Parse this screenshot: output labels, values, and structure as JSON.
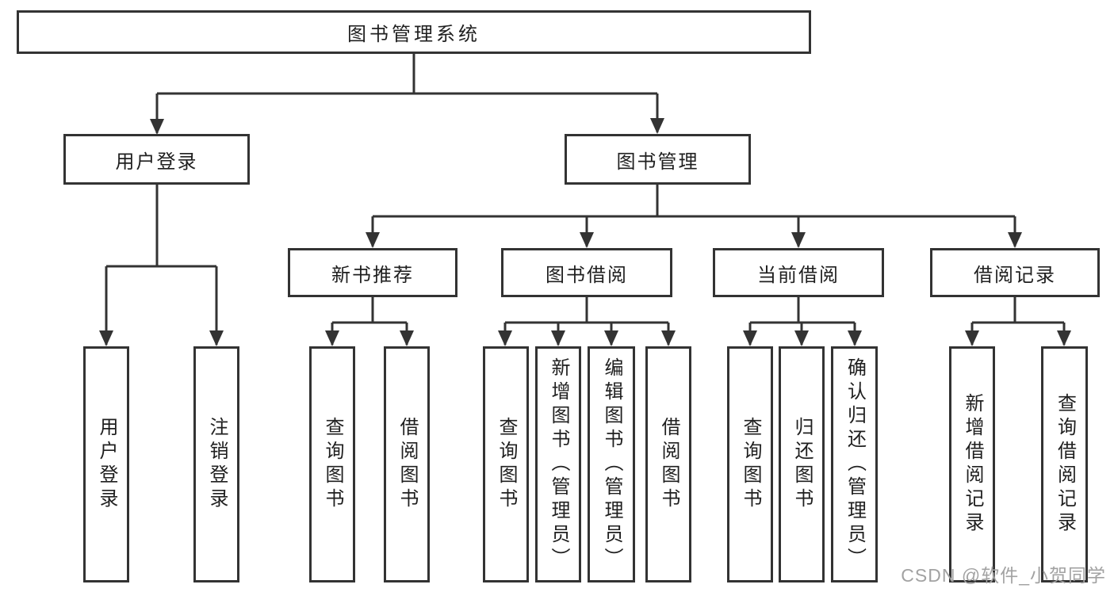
{
  "diagram": {
    "title": "图书管理系统",
    "level2": [
      {
        "label": "用户登录"
      },
      {
        "label": "图书管理"
      }
    ],
    "level3": [
      {
        "label": "新书推荐"
      },
      {
        "label": "图书借阅"
      },
      {
        "label": "当前借阅"
      },
      {
        "label": "借阅记录"
      }
    ],
    "leaves": {
      "login": [
        "用户登录",
        "注销登录"
      ],
      "recommend": [
        "查询图书",
        "借阅图书"
      ],
      "borrow": [
        "查询图书",
        "新增图书（管理员）",
        "编辑图书（管理员）",
        "借阅图书"
      ],
      "current": [
        "查询图书",
        "归还图书",
        "确认归还（管理员）"
      ],
      "records": [
        "新增借阅记录",
        "查询借阅记录"
      ]
    }
  },
  "watermark": {
    "text": "CSDN @软件_小贺同学"
  },
  "colors": {
    "line": "#333333",
    "text": "#1f1f1f",
    "background": "#ffffff",
    "watermark": "#a2a2a2"
  }
}
